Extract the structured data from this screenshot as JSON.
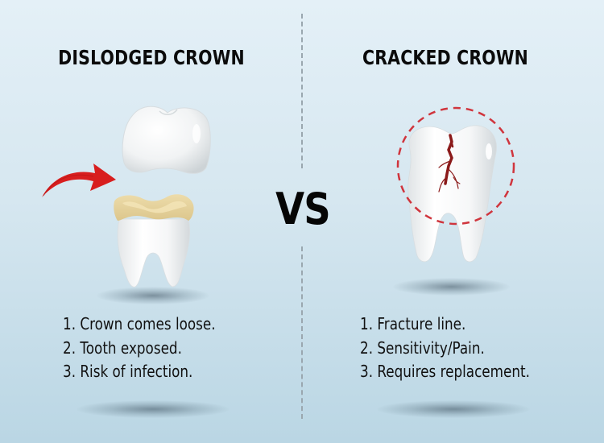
{
  "left_panel": {
    "title": "DISLODGED CROWN",
    "illustration": {
      "elements": [
        "crown-cap",
        "curved-arrow",
        "exposed-tooth"
      ],
      "arrow_color": "#d81e1e",
      "exposed_core_color": "#e8d49f"
    },
    "items": [
      "1. Crown comes loose.",
      "2. Tooth exposed.",
      "3. Risk of infection."
    ]
  },
  "center": {
    "label": "VS"
  },
  "right_panel": {
    "title": "CRACKED CROWN",
    "illustration": {
      "elements": [
        "cracked-tooth",
        "dashed-highlight-circle"
      ],
      "crack_color": "#8b1a1a",
      "circle_color": "#d0353d"
    },
    "items": [
      "1. Fracture line.",
      "2. Sensitivity/Pain.",
      "3. Requires replacement."
    ]
  },
  "colors": {
    "background_top": "#e4f0f7",
    "background_bottom": "#bad6e4",
    "text": "#0b0b0b",
    "divider": "#9aa7af"
  }
}
